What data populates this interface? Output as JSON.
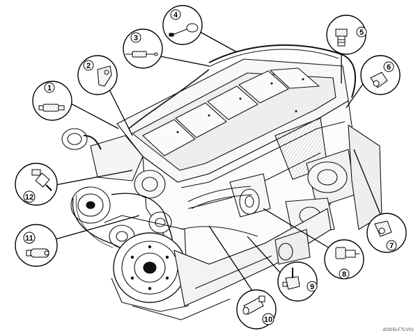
{
  "diagram": {
    "reference_code": "d2005LF7CV02",
    "components": [
      {
        "number": "1",
        "icon": "pressure-switch-icon"
      },
      {
        "number": "2",
        "icon": "sensor-bracket-icon"
      },
      {
        "number": "3",
        "icon": "glow-heater-icon"
      },
      {
        "number": "4",
        "icon": "cable-sensor-icon"
      },
      {
        "number": "5",
        "icon": "sender-unit-icon"
      },
      {
        "number": "6",
        "icon": "speed-sensor-icon"
      },
      {
        "number": "7",
        "icon": "speed-sensor-icon"
      },
      {
        "number": "8",
        "icon": "pressure-sensor-icon"
      },
      {
        "number": "9",
        "icon": "temperature-sender-icon"
      },
      {
        "number": "10",
        "icon": "solenoid-valve-icon"
      },
      {
        "number": "11",
        "icon": "flywheel-sensor-icon"
      },
      {
        "number": "12",
        "icon": "temperature-sensor-icon"
      }
    ]
  }
}
